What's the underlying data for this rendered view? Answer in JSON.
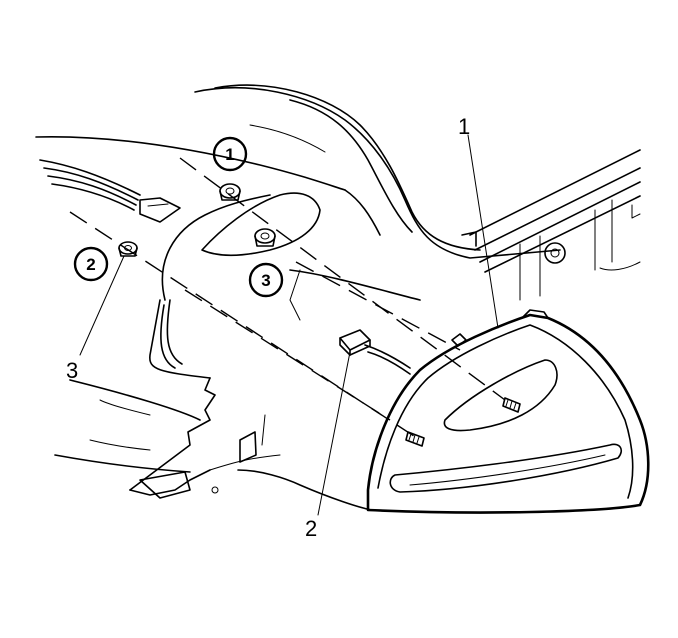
{
  "callouts": {
    "lamp_assembly": "1",
    "connector": "2",
    "nut": "3"
  },
  "circled_callouts": {
    "step_1": "1",
    "step_2": "2",
    "step_3": "3"
  }
}
